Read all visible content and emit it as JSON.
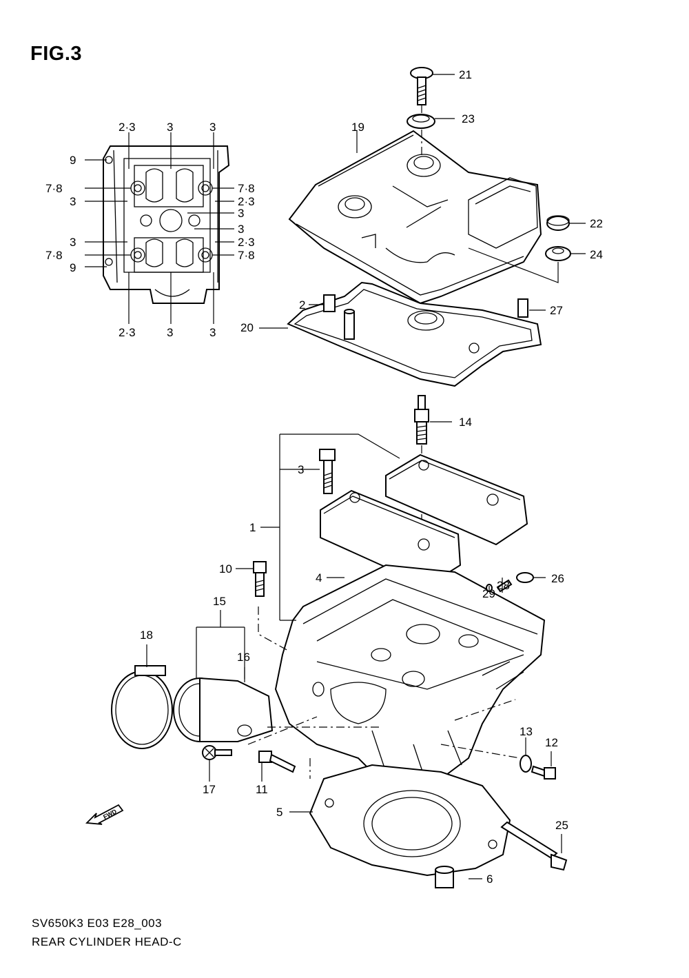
{
  "figure": {
    "title": "FIG.3"
  },
  "caption": {
    "model_code": "SV650K3 E03 E28_003",
    "name": "REAR CYLINDER HEAD-C"
  },
  "fwd_icon": {
    "text": "FWD"
  },
  "inset_labels": [
    "2·3",
    "3",
    "3",
    "9",
    "7·8",
    "3",
    "7·8",
    "2·3",
    "3",
    "3",
    "3",
    "2·3",
    "7·8",
    "9",
    "7·8",
    "2·3",
    "3",
    "3"
  ],
  "callouts": [
    "21",
    "23",
    "19",
    "22",
    "24",
    "20",
    "14",
    "3",
    "1",
    "2",
    "10",
    "4",
    "27",
    "26",
    "28",
    "29",
    "15",
    "18",
    "16",
    "13",
    "12",
    "17",
    "11",
    "5",
    "25",
    "6"
  ]
}
